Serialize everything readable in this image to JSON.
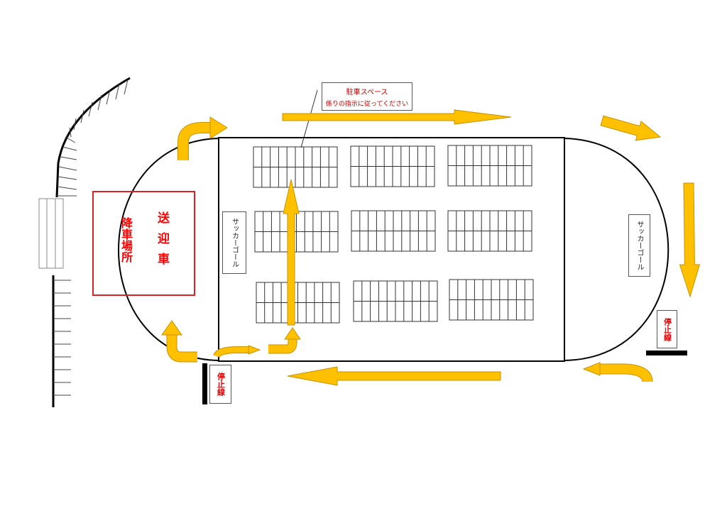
{
  "callout": {
    "line1": "駐車スペース",
    "line2": "係りの指示に従ってください"
  },
  "dropoff": {
    "label_pickup": "送迎車",
    "label_place": "降車場所"
  },
  "goal_left": "サッカーゴール",
  "goal_right": "サッカーゴール",
  "stop_left": "停止線",
  "stop_right": "停止線",
  "colors": {
    "arrow": "#FFC000",
    "arrow_outline": "#C89200",
    "dropoff": "#E02020",
    "callout_text": "#C00000"
  },
  "parking": {
    "blocks": 9,
    "columns_per_block": 10,
    "rows_per_block": 2
  }
}
